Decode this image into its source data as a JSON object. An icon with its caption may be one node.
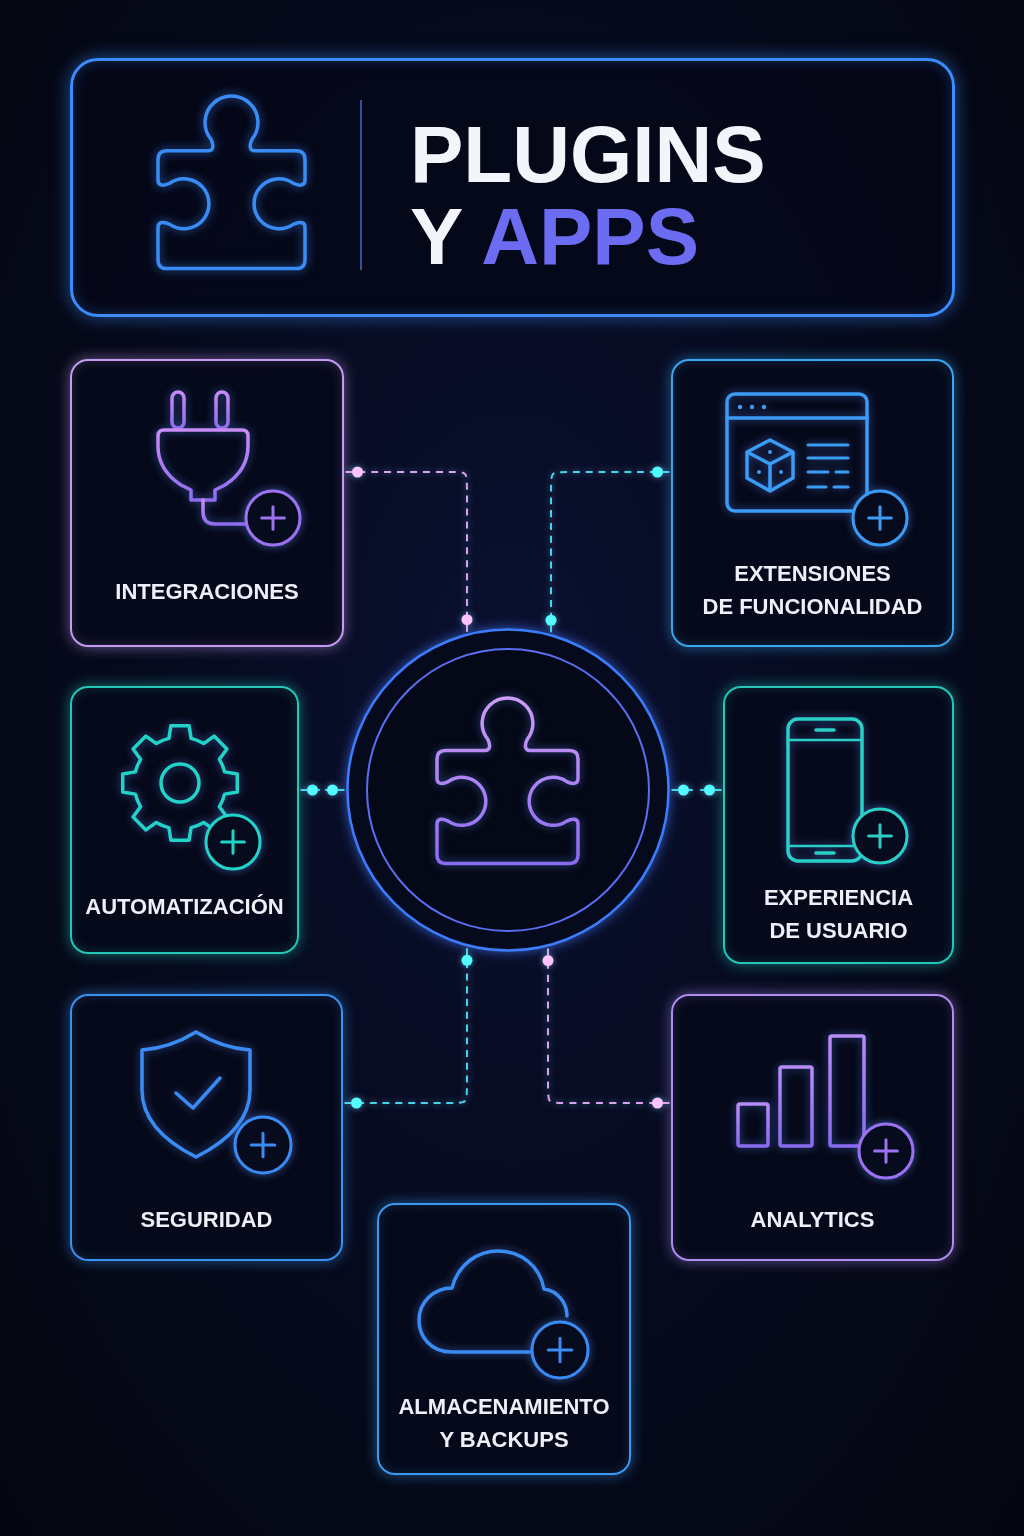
{
  "diagram": {
    "title": "PLUGINS Y APPS",
    "nodes": [
      {
        "text": [
          "INTEGRACIONES"
        ]
      },
      {
        "text": [
          "EXTENSIONES DE FUNCIONALIDAD"
        ]
      },
      {
        "text": [
          "AUTOMATIZACIÓN"
        ]
      },
      {
        "text": [],
        "shape": "circle"
      },
      {
        "text": [
          "EXPERIENCIA DE USUARIO"
        ]
      },
      {
        "text": [
          "SEGURIDAD"
        ]
      },
      {
        "text": [
          "ANALYTICS"
        ]
      },
      {
        "text": [
          "ALMACENAMIENTO Y BACKUPS"
        ]
      }
    ],
    "edges": [
      {
        "from": 0,
        "to": 3,
        "arrow": "other",
        "style": "dashed",
        "color": "#d9a3f0"
      },
      {
        "from": 1,
        "to": 3,
        "arrow": "other",
        "style": "dashed"
      },
      {
        "from": 2,
        "to": 3,
        "arrow": "other",
        "style": "dashed"
      },
      {
        "from": 4,
        "to": 3,
        "arrow": "other",
        "style": "dashed"
      },
      {
        "from": 5,
        "to": 3,
        "arrow": "other",
        "style": "dashed"
      },
      {
        "from": 6,
        "to": 3,
        "arrow": "other",
        "style": "dashed",
        "color": "#d9a3f0"
      }
    ]
  }
}
